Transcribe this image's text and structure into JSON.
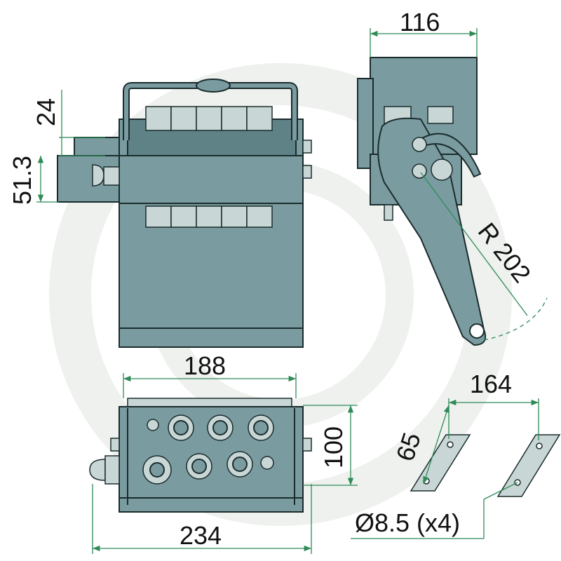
{
  "dimensions": {
    "width_top": "116",
    "height_small": "24",
    "height_mid": "51.3",
    "radius": "R 202",
    "width_inner": "188",
    "height_side": "100",
    "width_total": "234",
    "plate_spacing": "164",
    "plate_height": "65",
    "hole": "Ø8.5 (x4)"
  }
}
